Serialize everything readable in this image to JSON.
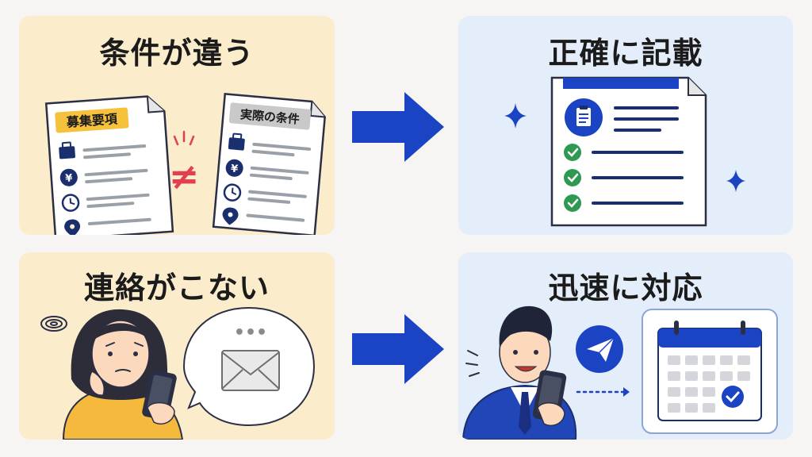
{
  "panels": {
    "top_left": {
      "title": "条件が違う",
      "doc_left_label": "募集要項",
      "doc_right_label": "実際の条件",
      "not_equal_symbol": "≠"
    },
    "top_right": {
      "title": "正確に記載"
    },
    "bottom_left": {
      "title": "連絡がこない",
      "bubble_dots": "•••"
    },
    "bottom_right": {
      "title": "迅速に対応"
    }
  },
  "icons": {
    "doc_rows": [
      "briefcase-icon",
      "yen-icon",
      "clock-icon",
      "location-pin-icon"
    ],
    "checklist": [
      "clipboard-icon",
      "check-icon",
      "check-icon",
      "check-icon"
    ],
    "bottom_left": [
      "dizzy-swirl-icon",
      "smartphone-icon",
      "envelope-icon"
    ],
    "bottom_right": [
      "smartphone-icon",
      "paper-plane-icon",
      "calendar-icon",
      "check-icon"
    ],
    "arrows": [
      "arrow-right-icon",
      "arrow-right-icon"
    ]
  },
  "colors": {
    "warm_panel": "#fbeccb",
    "cool_panel": "#e4edfa",
    "accent_blue": "#1a44c4",
    "navy": "#1b2f6e",
    "check_green": "#2e9a4f",
    "not_equal_red": "#e04050",
    "label_yellow": "#f6c23c"
  }
}
